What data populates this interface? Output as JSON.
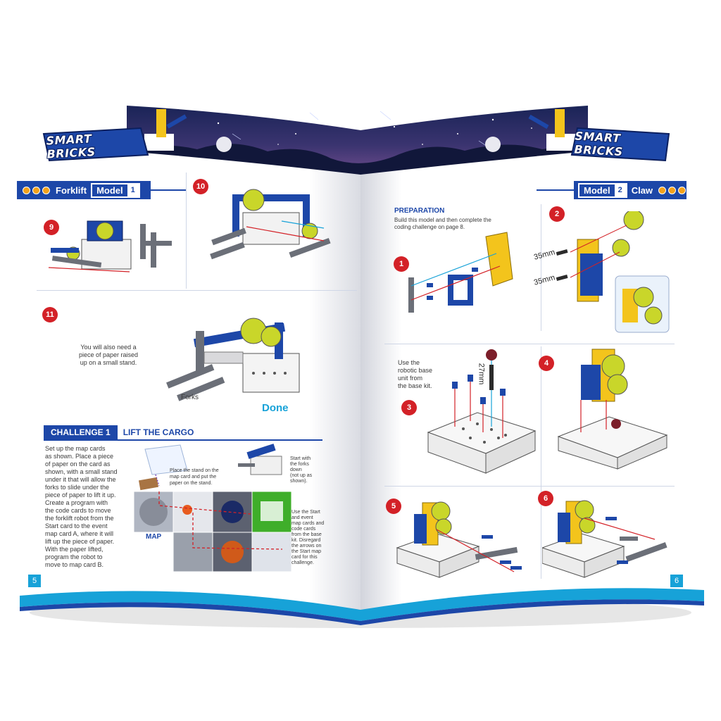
{
  "brand": {
    "logo_left": "SMART BRICKS",
    "logo_right": "SMART BRICKS"
  },
  "colors": {
    "blue": "#1d47a8",
    "dark_blue": "#0b1f5e",
    "red": "#d32127",
    "cyan": "#17a2d8",
    "yellow": "#f3c41c",
    "orange": "#f3a21c"
  },
  "left_page": {
    "section": {
      "title": "Forklift",
      "model_label": "Model",
      "model_number": "1"
    },
    "steps": [
      "9",
      "10",
      "11"
    ],
    "step11_note": [
      "You will also need a",
      "piece of paper raised",
      "up on a small stand."
    ],
    "forks_label": "Forks",
    "done_label": "Done",
    "challenge": {
      "label": "CHALLENGE 1",
      "title": "LIFT THE CARGO",
      "body": [
        "Set up the map cards",
        "as shown. Place a piece",
        "of paper on the card as",
        "shown, with a small stand",
        "under it that will allow the",
        "forks to slide under the",
        "piece of paper to lift it up.",
        "Create a program with",
        "the code cards to move",
        "the forklift robot from the",
        "Start card to the event",
        "map card A, where it will",
        "lift up the piece of paper.",
        "With the paper lifted,",
        "program the robot to",
        "move to map card B."
      ],
      "note_stand": [
        "Place the stand on the",
        "map card and put the",
        "paper on the stand."
      ],
      "note_forks": [
        "Start with",
        "the forks",
        "down",
        "(not up as",
        "shown)."
      ],
      "note_start": [
        "Use the Start",
        "and event",
        "map cards and",
        "code cards",
        "from the base",
        "kit. Disregard",
        "the arrows on",
        "the Start map",
        "card for this",
        "challenge."
      ],
      "map_label": "MAP"
    },
    "page_number": "5"
  },
  "right_page": {
    "section": {
      "title": "Claw",
      "model_label": "Model",
      "model_number": "2"
    },
    "preparation_title": "PREPARATION",
    "preparation_text": [
      "Build this model and then complete the",
      "coding challenge on page 8."
    ],
    "steps": [
      "1",
      "2",
      "3",
      "4",
      "5",
      "6"
    ],
    "label_35a": "35mm",
    "label_35b": "35mm",
    "label_27": "27mm",
    "step3_note": [
      "Use the",
      "robotic base",
      "unit from",
      "the base kit."
    ],
    "page_number": "6"
  }
}
